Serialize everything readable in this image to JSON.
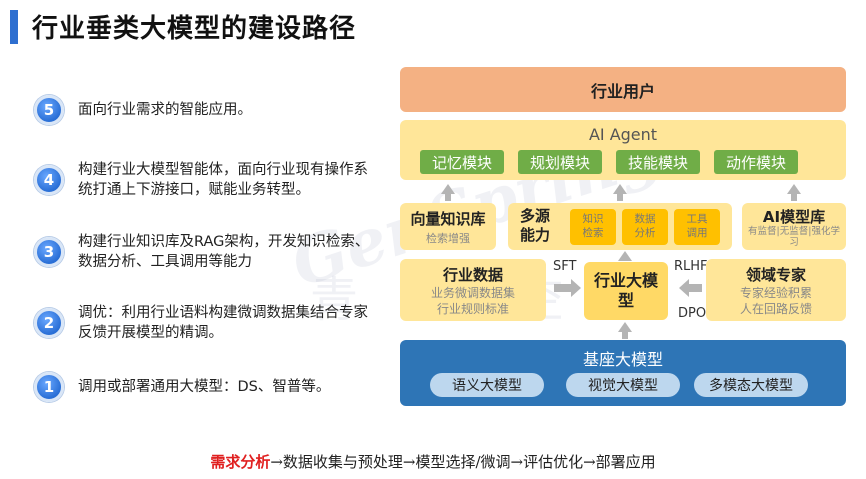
{
  "title": "行业垂类大模型的建设路径",
  "watermark": "GenSpring",
  "watermark_cn": "青 奥 空",
  "steps": [
    {
      "num": "5",
      "text": "面向行业需求的智能应用。"
    },
    {
      "num": "4",
      "text": "构建行业大模型智能体，面向行业现有操作系统打通上下游接口，赋能业务转型。"
    },
    {
      "num": "3",
      "text": "构建行业知识库及RAG架构，开发知识检索、数据分析、工具调用等能力"
    },
    {
      "num": "2",
      "text": "调优：利用行业语料构建微调数据集结合专家反馈开展模型的精调。"
    },
    {
      "num": "1",
      "text": "调用或部署通用大模型：DS、智普等。"
    }
  ],
  "diagram": {
    "users": "行业用户",
    "agent": {
      "title": "AI Agent",
      "modules": [
        "记忆模块",
        "规划模块",
        "技能模块",
        "动作模块"
      ]
    },
    "vector_kb": {
      "title": "向量知识库",
      "sub": "检索增强"
    },
    "multi_source": {
      "label": "多源能力",
      "caps": [
        {
          "l1": "知识",
          "l2": "检索"
        },
        {
          "l1": "数据",
          "l2": "分析"
        },
        {
          "l1": "工具",
          "l2": "调用"
        }
      ]
    },
    "ai_lib": {
      "title": "AI模型库",
      "sub": "有监督|无监督|强化学习"
    },
    "industry_data": {
      "title": "行业数据",
      "sub1": "业务微调数据集",
      "sub2": "行业规则标准"
    },
    "industry_model": "行业大模型",
    "expert": {
      "title": "领域专家",
      "sub1": "专家经验积累",
      "sub2": "人在回路反馈"
    },
    "labels": {
      "sft": "SFT",
      "rlhf": "RLHF",
      "dpo": "DPO"
    },
    "base": {
      "title": "基座大模型",
      "pills": [
        "语义大模型",
        "视觉大模型",
        "多模态大模型"
      ]
    }
  },
  "bottom": {
    "highlight": "需求分析",
    "rest": "→数据收集与预处理→模型选择/微调→评估优化→部署应用"
  },
  "colors": {
    "title_bar": "#2e6fd0",
    "users": "#f4b183",
    "agent": "#ffe699",
    "module": "#70ad47",
    "cap": "#ffc000",
    "big_model": "#ffd966",
    "base": "#2e75b6",
    "pill": "#bdd7ee",
    "highlight": "#e02020"
  }
}
